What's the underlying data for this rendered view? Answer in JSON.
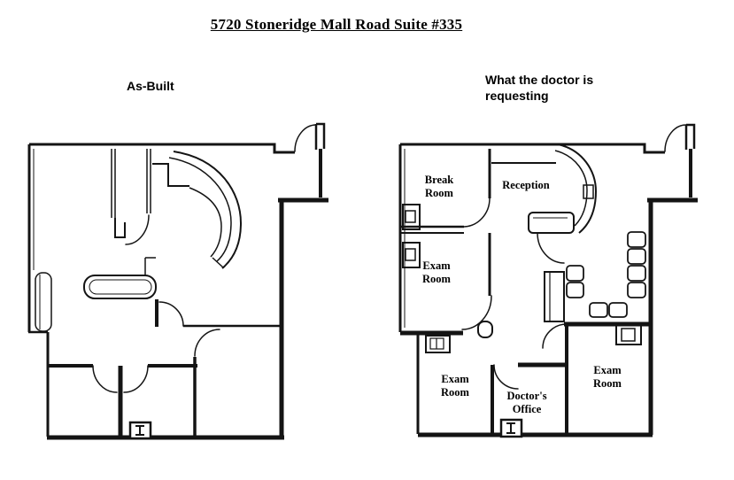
{
  "document": {
    "title": "5720 Stoneridge Mall Road Suite #335"
  },
  "plans": {
    "as_built": {
      "caption": "As-Built"
    },
    "requested": {
      "caption": "What the doctor is requesting",
      "rooms": {
        "break": {
          "label": "Break Room"
        },
        "reception": {
          "label": "Reception"
        },
        "exam1": {
          "label": "Exam Room"
        },
        "exam2": {
          "label": "Exam Room"
        },
        "doctor": {
          "label": "Doctor's Office"
        },
        "exam3": {
          "label": "Exam Room"
        }
      },
      "waiting_chairs_count": 8
    }
  },
  "icons": {
    "chair-icon": "small rounded square outline",
    "sink-icon": "wall rectangle with inner basin square",
    "floor-fixture-icon": "small box with I-beam glyph",
    "door-swing-icon": "quarter-circle arc"
  },
  "colors": {
    "ink": "#141414",
    "background": "#ffffff"
  }
}
